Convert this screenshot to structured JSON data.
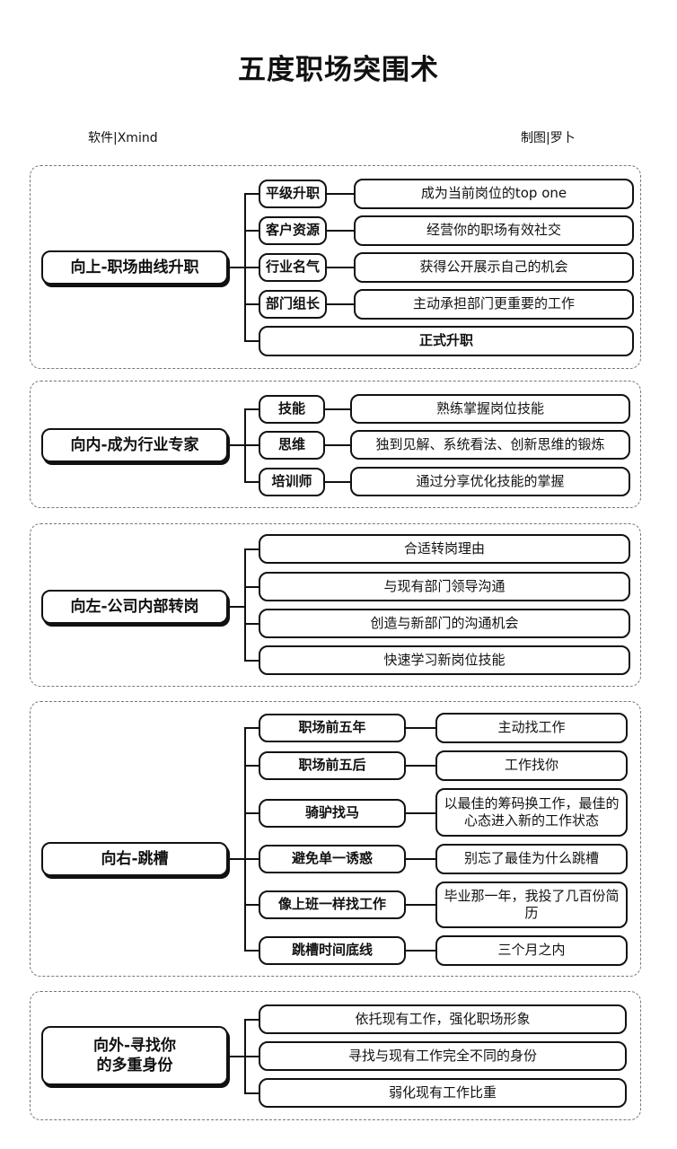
{
  "title": "五度职场突围术",
  "software": "软件|Xmind",
  "author": "制图|罗卜",
  "sections": {
    "up": {
      "main": "向上-职场曲线升职",
      "items": [
        {
          "label": "平级升职",
          "desc": "成为当前岗位的top one"
        },
        {
          "label": "客户资源",
          "desc": "经营你的职场有效社交"
        },
        {
          "label": "行业名气",
          "desc": "获得公开展示自己的机会"
        },
        {
          "label": "部门组长",
          "desc": "主动承担部门更重要的工作"
        }
      ],
      "final": "正式升职"
    },
    "inward": {
      "main": "向内-成为行业专家",
      "items": [
        {
          "label": "技能",
          "desc": "熟练掌握岗位技能"
        },
        {
          "label": "思维",
          "desc": "独到见解、系统看法、创新思维的锻炼"
        },
        {
          "label": "培训师",
          "desc": "通过分享优化技能的掌握"
        }
      ]
    },
    "left": {
      "main": "向左-公司内部转岗",
      "items": [
        "合适转岗理由",
        "与现有部门领导沟通",
        "创造与新部门的沟通机会",
        "快速学习新岗位技能"
      ]
    },
    "right": {
      "main": "向右-跳槽",
      "items": [
        {
          "label": "职场前五年",
          "desc": "主动找工作"
        },
        {
          "label": "职场前五后",
          "desc": "工作找你"
        },
        {
          "label": "骑驴找马",
          "desc": "以最佳的筹码换工作，最佳的心态进入新的工作状态"
        },
        {
          "label": "避免单一诱惑",
          "desc": "别忘了最佳为什么跳槽"
        },
        {
          "label": "像上班一样找工作",
          "desc": "毕业那一年，我投了几百份简历"
        },
        {
          "label": "跳槽时间底线",
          "desc": "三个月之内"
        }
      ]
    },
    "outward": {
      "main_line1": "向外-寻找你",
      "main_line2": "的多重身份",
      "items": [
        "依托现有工作，强化职场形象",
        "寻找与现有工作完全不同的身份",
        "弱化现有工作比重"
      ]
    }
  }
}
